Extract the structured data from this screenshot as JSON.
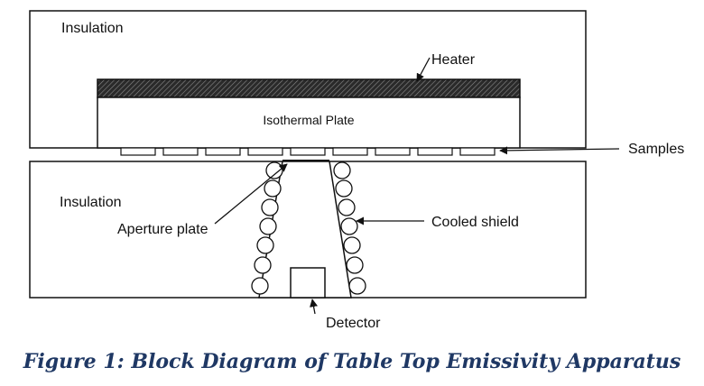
{
  "labels": {
    "insulation_top": "Insulation",
    "heater": "Heater",
    "isothermal_plate": "Isothermal Plate",
    "samples": "Samples",
    "insulation_bottom": "Insulation",
    "aperture_plate": "Aperture plate",
    "cooled_shield": "Cooled shield",
    "detector": "Detector"
  },
  "caption": "Figure 1: Block Diagram of Table Top Emissivity Apparatus"
}
